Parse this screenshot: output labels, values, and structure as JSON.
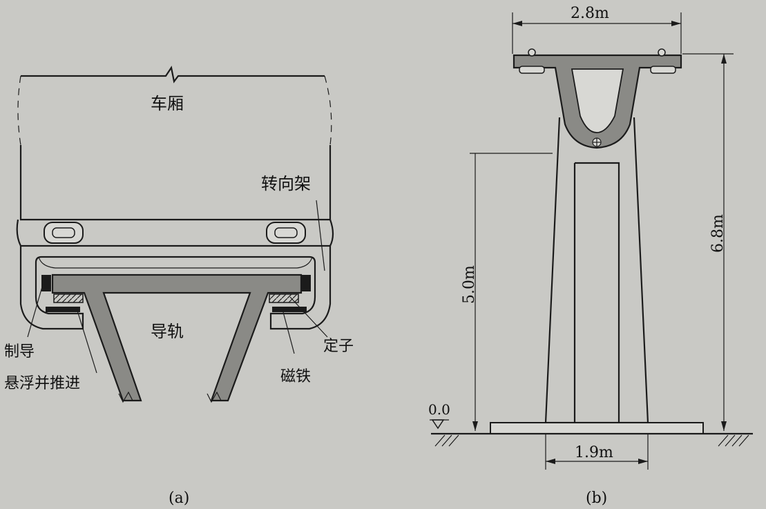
{
  "panel_a": {
    "caption": "(a)",
    "labels": {
      "car_body": "车厢",
      "bogie": "转向架",
      "guideway": "导轨",
      "guidance": "制导",
      "levitation_propulsion": "悬浮并推进",
      "stator": "定子",
      "magnet": "磁铁"
    }
  },
  "panel_b": {
    "caption": "(b)",
    "dimensions": {
      "top_width": "2.8m",
      "height_total": "6.8m",
      "height_column": "5.0m",
      "base_width": "1.9m",
      "ground_level": "0.0"
    }
  },
  "colors": {
    "paper": "#c9c9c5",
    "ink": "#1b1b1b",
    "section_fill": "#8a8a86",
    "component_fill": "#d8d8d4"
  }
}
